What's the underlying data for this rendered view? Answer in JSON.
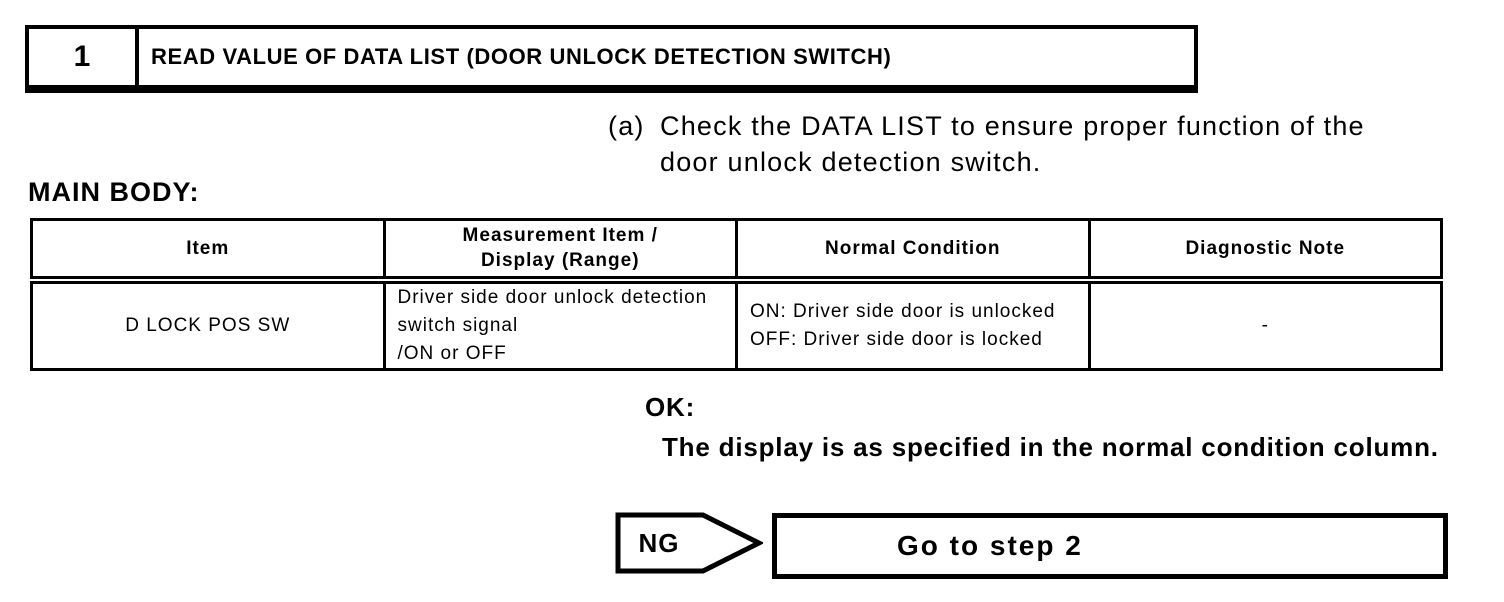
{
  "colors": {
    "foreground": "#000000",
    "background": "#ffffff"
  },
  "step": {
    "number": "1",
    "title": "READ VALUE OF DATA LIST (DOOR UNLOCK DETECTION SWITCH)"
  },
  "instruction": {
    "marker": "(a)",
    "text": "Check the DATA LIST to ensure proper function of the door unlock detection switch."
  },
  "section_label": "MAIN BODY:",
  "table": {
    "headers": [
      "Item",
      "Measurement Item /\nDisplay (Range)",
      "Normal Condition",
      "Diagnostic Note"
    ],
    "rows": [
      {
        "item": "D LOCK POS SW",
        "measurement": "Driver side door unlock detection switch signal\n/ON or OFF",
        "normal_condition": "ON: Driver side door is unlocked\nOFF: Driver side door is locked",
        "diagnostic_note": "-"
      }
    ]
  },
  "ok": {
    "label": "OK:",
    "text": "The display is as specified in the normal condition column."
  },
  "ng": {
    "label": "NG",
    "action": "Go to step 2"
  }
}
